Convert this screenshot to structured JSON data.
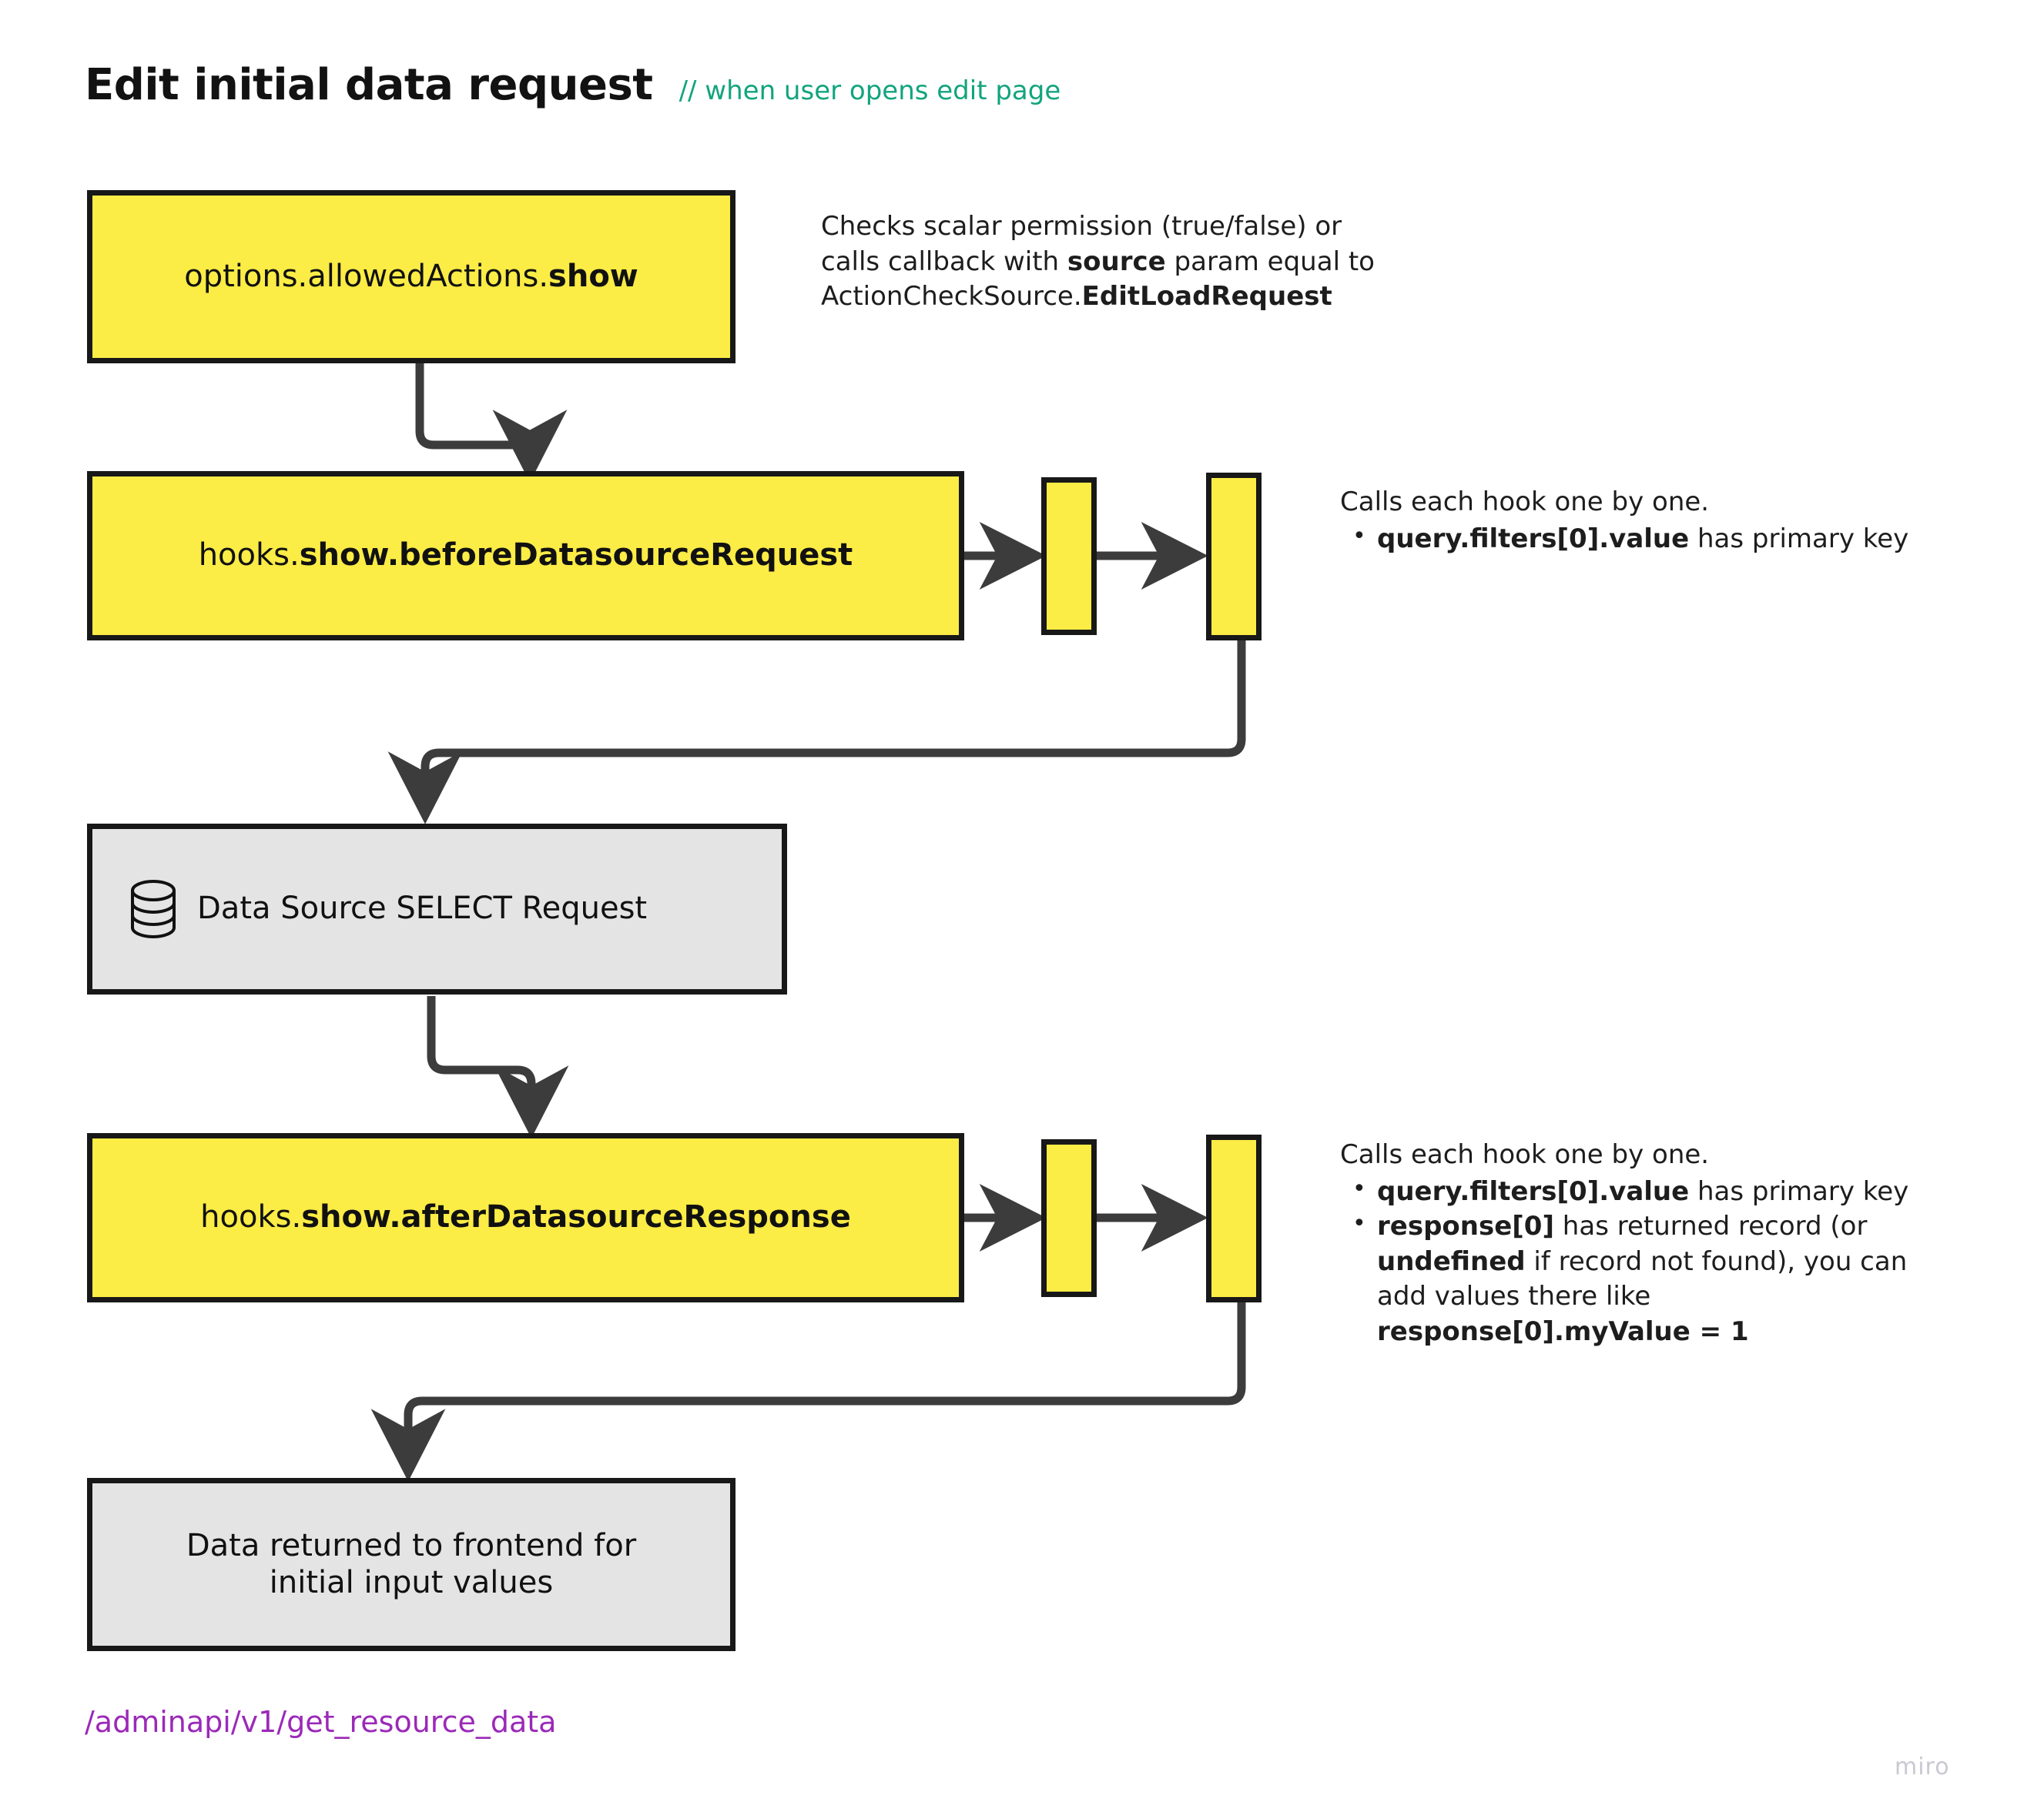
{
  "header": {
    "title": "Edit initial data request",
    "subtitle": "// when user opens edit page"
  },
  "nodes": {
    "allowed_actions": {
      "label_plain": "options.allowedActions.",
      "label_bold": "show"
    },
    "before_hook": {
      "label_plain": "hooks.",
      "label_bold": "show.beforeDatasourceRequest"
    },
    "datasource": {
      "label": "Data Source SELECT Request",
      "icon": "database-icon"
    },
    "after_hook": {
      "label_plain": "hooks.",
      "label_bold": "show.afterDatasourceResponse"
    },
    "frontend_result": {
      "line1": "Data returned to frontend for",
      "line2": "initial input values"
    }
  },
  "annotations": {
    "permission": {
      "line1_a": "Checks scalar permission (true/false) or",
      "line2_a": "calls callback with ",
      "line2_b": "source",
      "line2_c": " param equal to",
      "line3_a": "ActionCheckSource.",
      "line3_b": "EditLoadRequest"
    },
    "before_hook_note": {
      "lead": "Calls each hook one by one.",
      "bullet1_bold": "query.filters[0].value",
      "bullet1_rest": " has primary key"
    },
    "after_hook_note": {
      "lead": "Calls each hook one by one.",
      "bullet1_bold": "query.filters[0].value",
      "bullet1_rest": " has primary key",
      "bullet2_b1": "response[0]",
      "bullet2_t1": " has returned record (or ",
      "bullet2_b2": "undefined",
      "bullet2_t2": " if record not found), you can add values there like ",
      "bullet2_b3": "response[0].myValue = 1"
    }
  },
  "footer": {
    "endpoint": "/adminapi/v1/get_resource_data",
    "watermark": "miro"
  },
  "colors": {
    "node_yellow": "#fbec46",
    "node_grey": "#e4e4e4",
    "stroke": "#181818",
    "connector": "#3c3c3c",
    "accent_teal": "#12a47e",
    "endpoint_purple": "#9b29b8"
  }
}
